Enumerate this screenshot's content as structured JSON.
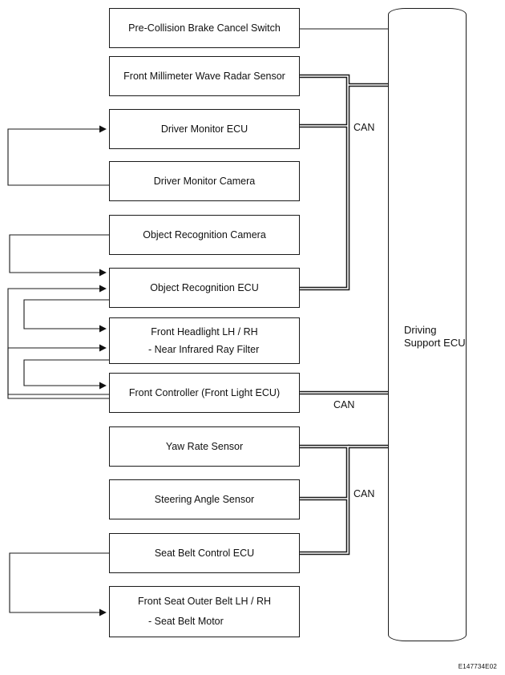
{
  "diagram": {
    "components": [
      {
        "id": "pre-collision-switch",
        "label": "Pre-Collision Brake Cancel Switch"
      },
      {
        "id": "radar-sensor",
        "label": "Front Millimeter Wave Radar Sensor"
      },
      {
        "id": "driver-monitor-ecu",
        "label": "Driver Monitor ECU"
      },
      {
        "id": "driver-monitor-camera",
        "label": "Driver Monitor Camera"
      },
      {
        "id": "object-recognition-camera",
        "label": "Object Recognition Camera"
      },
      {
        "id": "object-recognition-ecu",
        "label": "Object Recognition ECU"
      },
      {
        "id": "front-headlight",
        "label": "Front Headlight LH / RH",
        "label2": "- Near Infrared Ray Filter"
      },
      {
        "id": "front-controller",
        "label": "Front Controller (Front Light ECU)"
      },
      {
        "id": "yaw-rate-sensor",
        "label": "Yaw Rate Sensor"
      },
      {
        "id": "steering-angle-sensor",
        "label": "Steering Angle Sensor"
      },
      {
        "id": "seat-belt-control-ecu",
        "label": "Seat Belt Control ECU"
      },
      {
        "id": "front-seat-outer-belt",
        "label": "Front Seat Outer Belt LH / RH",
        "label2": "- Seat Belt Motor"
      }
    ],
    "driving_support_ecu": {
      "line1": "Driving",
      "line2": "Support ECU"
    },
    "can_labels": [
      "CAN",
      "CAN",
      "CAN"
    ],
    "figure_id": "E147734E02"
  }
}
